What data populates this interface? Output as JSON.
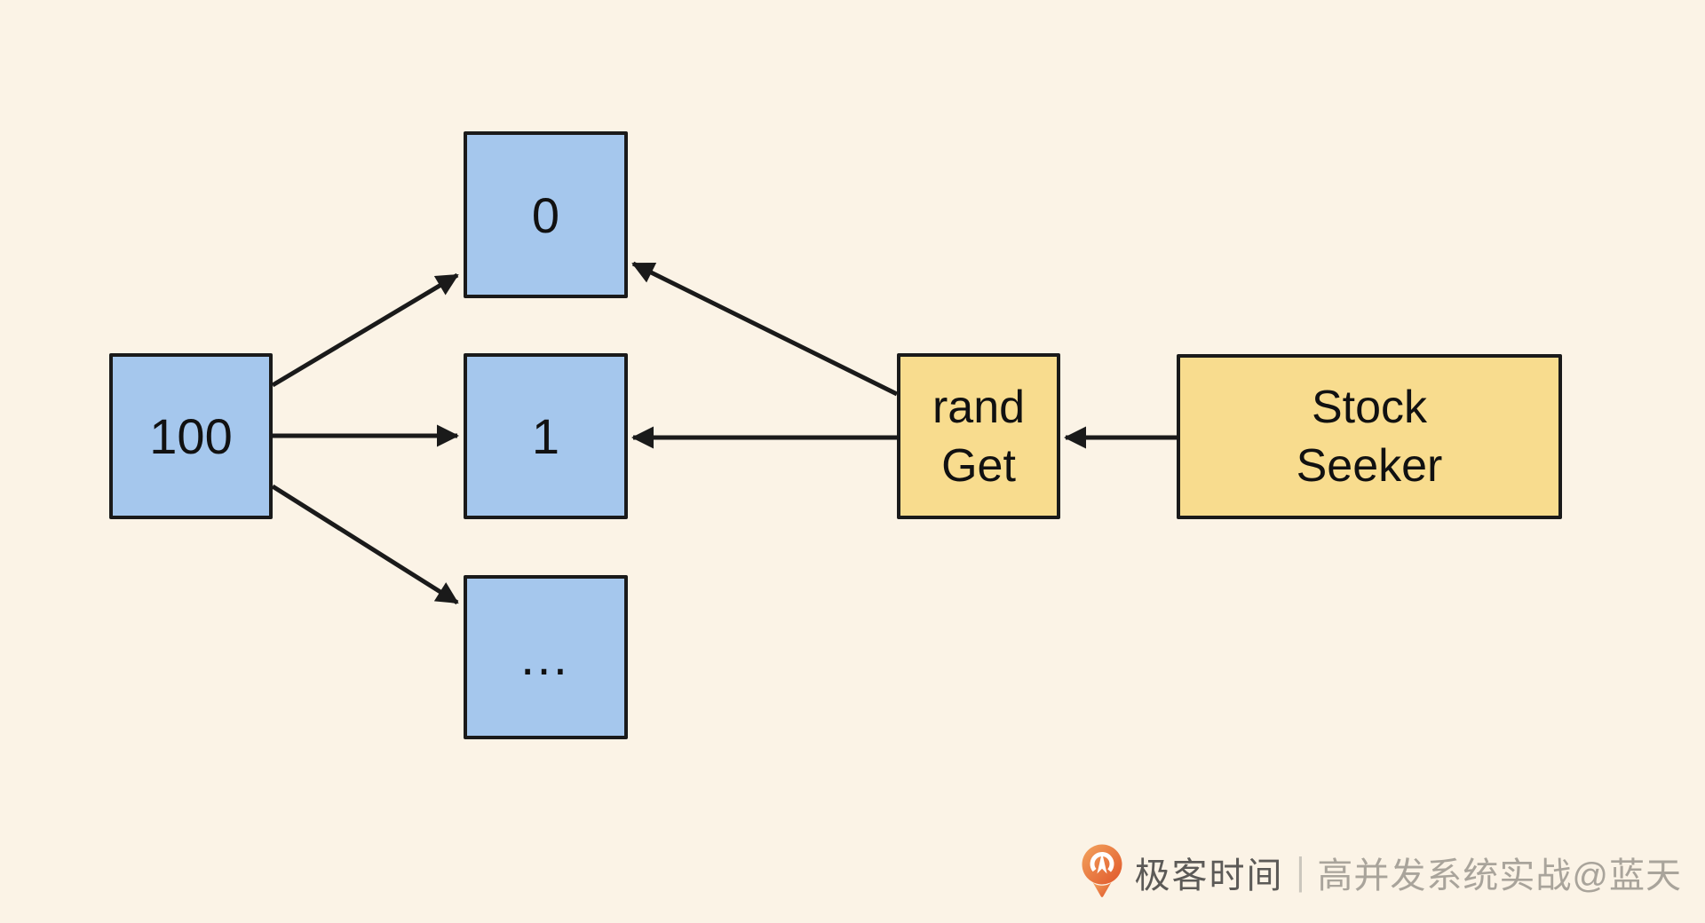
{
  "diagram": {
    "title_hint": "stock buckets random-get flow",
    "colors": {
      "background": "#FBF3E6",
      "node_blue": "#A5C7ED",
      "node_yellow": "#F8DC8E",
      "border": "#1A1A1A",
      "arrow": "#1A1A1A"
    },
    "nodes": {
      "total": {
        "label": "100"
      },
      "slot0": {
        "label": "0"
      },
      "slot1": {
        "label": "1"
      },
      "slotMore": {
        "label": "…"
      },
      "randGet": {
        "line1": "rand",
        "line2": "Get"
      },
      "stockSeeker": {
        "line1": "Stock",
        "line2": "Seeker"
      }
    },
    "edges": [
      {
        "from": "total",
        "to": "slot0"
      },
      {
        "from": "total",
        "to": "slot1"
      },
      {
        "from": "total",
        "to": "slotMore"
      },
      {
        "from": "randGet",
        "to": "slot0"
      },
      {
        "from": "randGet",
        "to": "slot1"
      },
      {
        "from": "stockSeeker",
        "to": "randGet"
      }
    ]
  },
  "watermark": {
    "brand": "极客时间",
    "separator": "|",
    "credit": "高并发系统实战@蓝天",
    "logo_gradient_start": "#F3A45E",
    "logo_gradient_end": "#E0562A",
    "brand_color": "#5C5A57",
    "credit_color": "#A9A49B"
  }
}
